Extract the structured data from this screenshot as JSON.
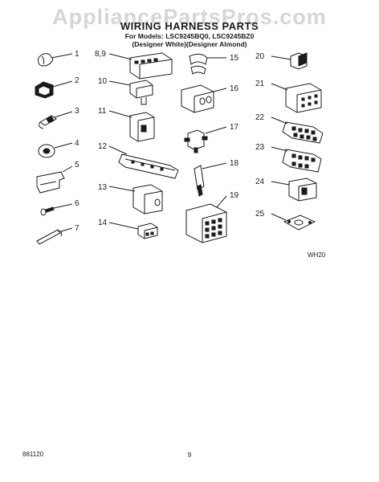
{
  "watermark": "AppliancePartsPros.com",
  "title": "WIRING HARNESS PARTS",
  "models_line": "For Models: LSC9245BQ0, LSC9245BZ0",
  "colors_line": "(Designer White)(Designer Almond)",
  "diagram_code": "WH20",
  "footer_code": "881120",
  "page_number": "9",
  "callouts": {
    "c1": "1",
    "c2": "2",
    "c3": "3",
    "c4": "4",
    "c5": "5",
    "c6": "6",
    "c7": "7",
    "c89": "8,9",
    "c10": "10",
    "c11": "11",
    "c12": "12",
    "c13": "13",
    "c14": "14",
    "c15": "15",
    "c16": "16",
    "c17": "17",
    "c18": "18",
    "c19": "19",
    "c20": "20",
    "c21": "21",
    "c22": "22",
    "c23": "23",
    "c24": "24",
    "c25": "25"
  }
}
